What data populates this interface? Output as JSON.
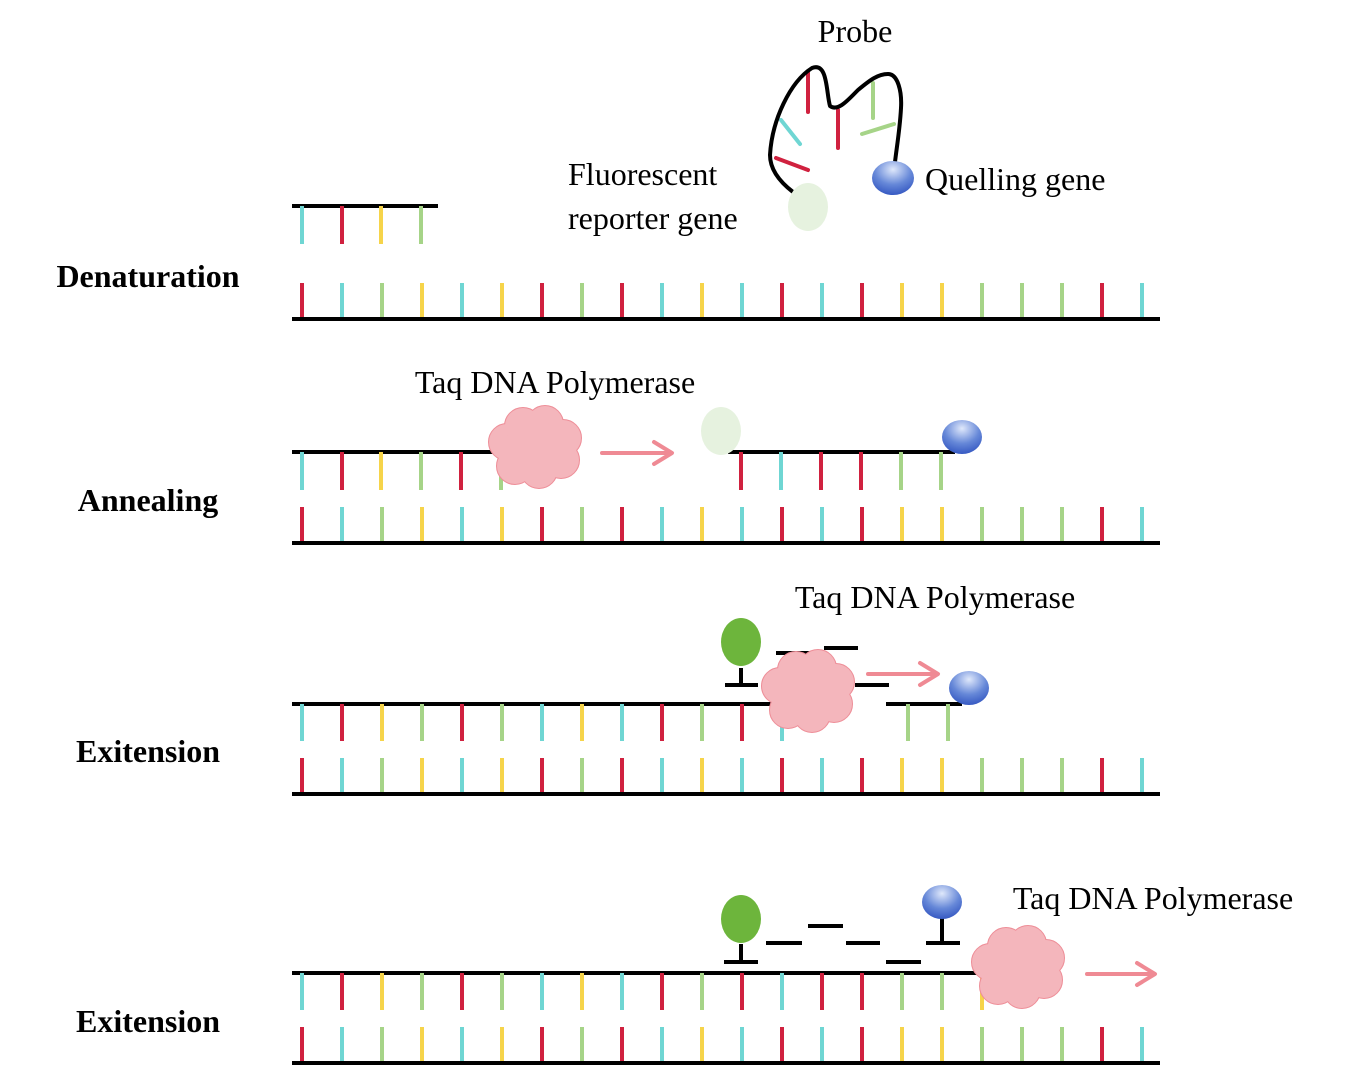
{
  "probe": {
    "title": "Probe",
    "reporter_label_line1": "Fluorescent",
    "reporter_label_line2": "reporter gene",
    "quencher_label": "Quelling gene"
  },
  "stages": [
    {
      "label": "Denaturation"
    },
    {
      "label": "Annealing",
      "enzyme_label": "Taq DNA Polymerase"
    },
    {
      "label": "Exitension",
      "enzyme_label": "Taq DNA Polymerase"
    },
    {
      "label": "Exitension",
      "enzyme_label": "Taq DNA Polymerase"
    }
  ],
  "colors": {
    "strand": "#000000",
    "base_red": "#d0213f",
    "base_cyan": "#6fd6d3",
    "base_green": "#a6d488",
    "base_yellow": "#f6d44a",
    "polymerase": "#f4b6bc",
    "polymerase_edge": "#ee8e98",
    "arrow": "#ef8a94",
    "reporter_free": "#e6f2df",
    "reporter_bound": "#6db53c",
    "quencher": "#4a6fd0"
  },
  "template_sequence": [
    "red",
    "cyan",
    "green",
    "yellow",
    "cyan",
    "yellow",
    "red",
    "green",
    "red",
    "cyan",
    "yellow",
    "cyan",
    "red",
    "cyan",
    "red",
    "yellow",
    "yellow",
    "green",
    "green",
    "green",
    "red",
    "cyan"
  ]
}
